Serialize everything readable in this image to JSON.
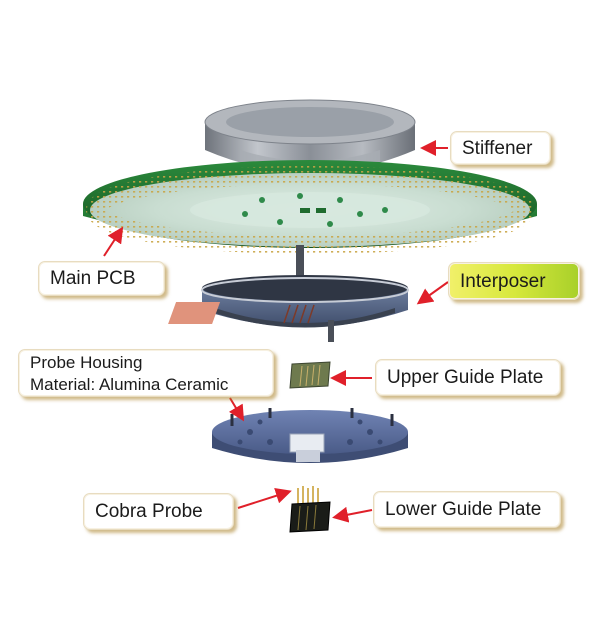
{
  "labels": {
    "stiffener": "Stiffener",
    "main_pcb": "Main PCB",
    "interposer": "Interposer",
    "probe_housing_line1": "Probe Housing",
    "probe_housing_line2": "Material: Alumina Ceramic",
    "upper_guide_plate": "Upper Guide Plate",
    "cobra_probe": "Cobra Probe",
    "lower_guide_plate": "Lower Guide Plate"
  },
  "colors": {
    "arrow": "#e0202a",
    "pcb_green": "#1f6b2e",
    "pcb_face": "#cfe3d8",
    "pad_gold": "#c9a545",
    "stiffener_metal": "#8f949c",
    "interposer_top": "#3e4757",
    "interposer_body": "#5a6b8a",
    "housing_blue": "#56689a",
    "label_highlight": "#cfe63a"
  }
}
